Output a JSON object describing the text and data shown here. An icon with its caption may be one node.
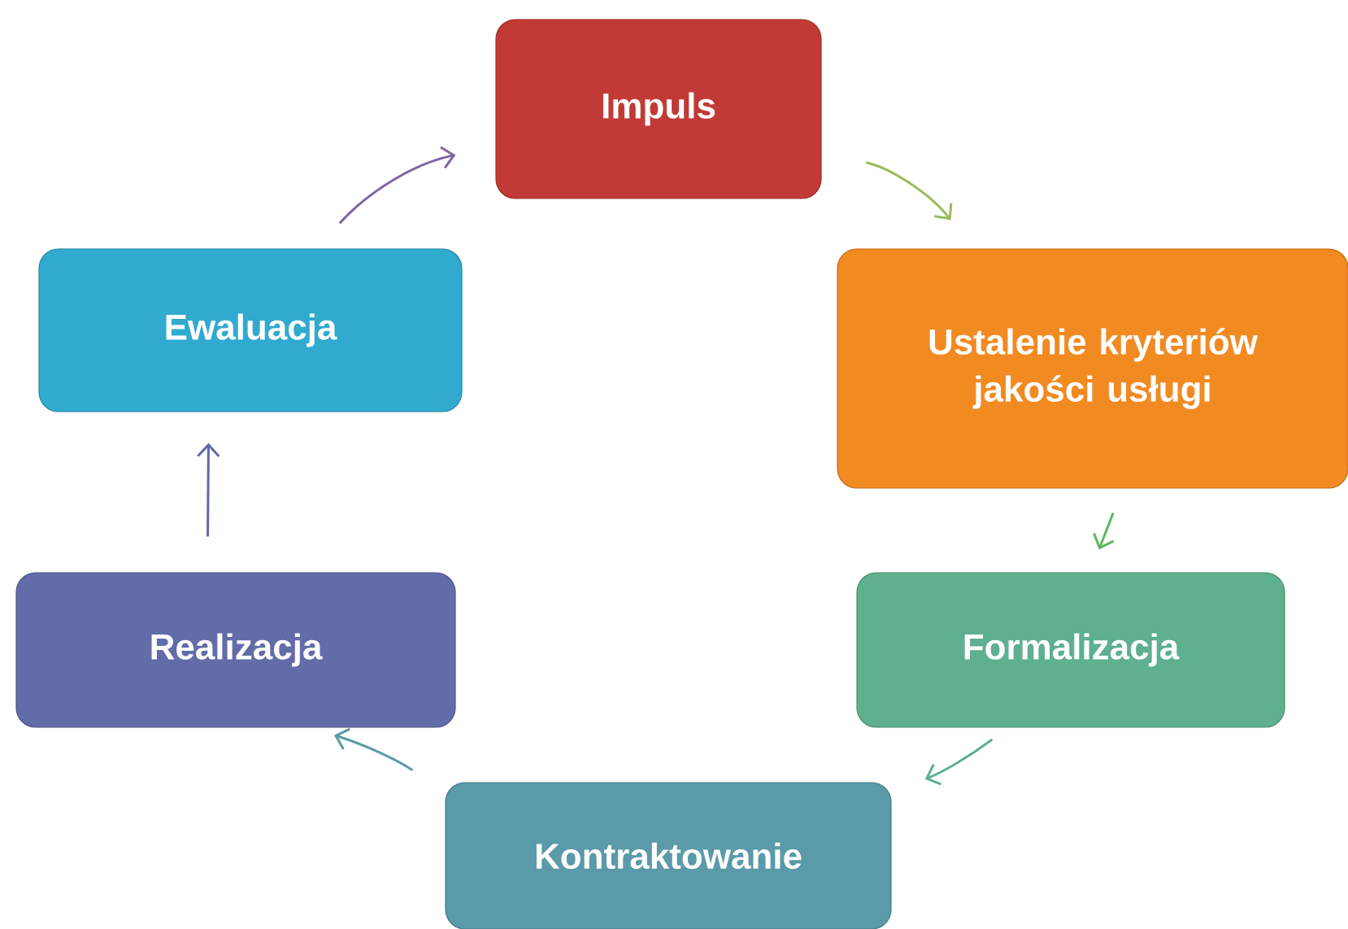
{
  "diagram": {
    "nodes": [
      {
        "text": [
          "Impuls"
        ]
      },
      {
        "text": [
          "Ustalenie kryteriów jakości usługi"
        ]
      },
      {
        "text": [
          "Formalizacja"
        ]
      },
      {
        "text": [
          "Kontraktowanie"
        ]
      },
      {
        "text": [
          "Realizacja"
        ]
      },
      {
        "text": [
          "Ewaluacja"
        ]
      }
    ],
    "edges": [
      {
        "from": 0,
        "to": 1,
        "arrow": "to",
        "color": "#9bbb59"
      },
      {
        "from": 1,
        "to": 2,
        "arrow": "to",
        "color": "#5cb85c"
      },
      {
        "from": 2,
        "to": 3,
        "arrow": "to",
        "color": "#5eb08e"
      },
      {
        "from": 3,
        "to": 4,
        "arrow": "to",
        "color": "#5b9aa8"
      },
      {
        "from": 4,
        "to": 5,
        "arrow": "to",
        "color": "#6268a8"
      },
      {
        "from": 5,
        "to": 0,
        "arrow": "to",
        "color": "#8064a2"
      }
    ]
  }
}
